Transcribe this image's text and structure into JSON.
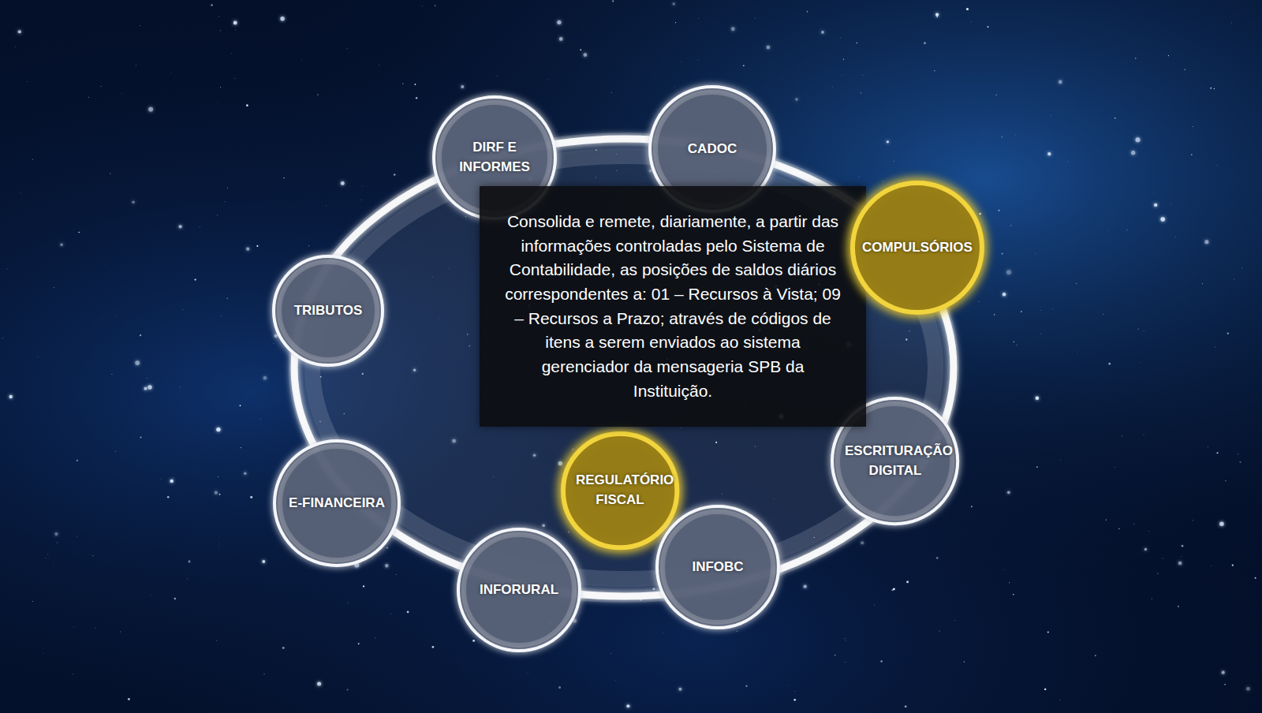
{
  "diagram": {
    "nodes": [
      {
        "text": [
          "DIRF E INFORMES"
        ]
      },
      {
        "text": [
          "CADOC"
        ]
      },
      {
        "text": [
          "COMPULSÓRIOS"
        ]
      },
      {
        "text": [
          "TRIBUTOS"
        ]
      },
      {
        "text": [
          "Consolida e remete, diariamente, a partir das informações controladas pelo Sistema de Contabilidade, as posições de saldos diários correspondentes a: 01 – Recursos à Vista; 09 – Recursos a Prazo; através de códigos de itens a serem enviados ao sistema gerenciador da mensageria SPB da Instituição."
        ]
      },
      {
        "text": [
          "REGULATÓRIO FISCAL"
        ]
      },
      {
        "text": [
          "ESCRITURAÇÃO DIGITAL"
        ]
      },
      {
        "text": [
          "E-FINANCEIRA"
        ]
      },
      {
        "text": [
          "INFORURAL"
        ]
      },
      {
        "text": [
          "INFOBC"
        ]
      }
    ]
  }
}
